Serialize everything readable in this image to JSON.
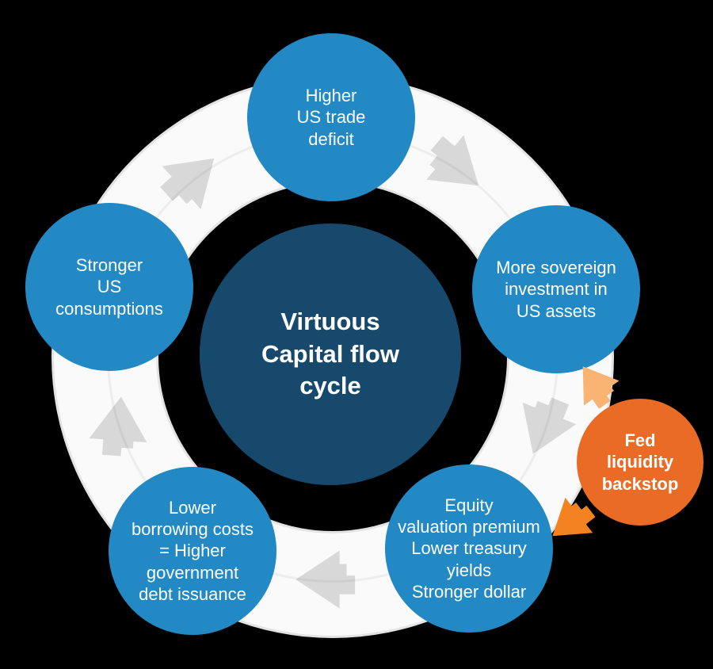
{
  "canvas": {
    "background": "#000000"
  },
  "diagram": {
    "center_node": {
      "label": "Virtuous\nCapital flow\ncycle",
      "color": "#17496C"
    },
    "cycle_nodes": [
      {
        "position": "top",
        "label": "Higher\nUS trade\ndeficit"
      },
      {
        "position": "right",
        "label": "More sovereign\ninvestment in\nUS assets"
      },
      {
        "position": "bottom-right",
        "label": "Equity\nvaluation premium\nLower treasury\nyields\nStronger dollar"
      },
      {
        "position": "bottom-left",
        "label": "Lower\nborrowing costs\n= Higher\ngovernment\ndebt issuance"
      },
      {
        "position": "left",
        "label": "Stronger\nUS\nconsumptions"
      }
    ],
    "external_node": {
      "label": "Fed\nliquidity\nbackstop",
      "color": "#EA6B25"
    },
    "colors": {
      "cycle_node_fill": "#2289C4",
      "ring_fill": "#FAFAFA",
      "ring_edge": "#E3E3E3",
      "cycle_arrow": "#D8D8D8",
      "accent_arrow_dark": "#F58220",
      "accent_arrow_light": "#F9B372",
      "label_text": "#FFFFFF"
    }
  }
}
